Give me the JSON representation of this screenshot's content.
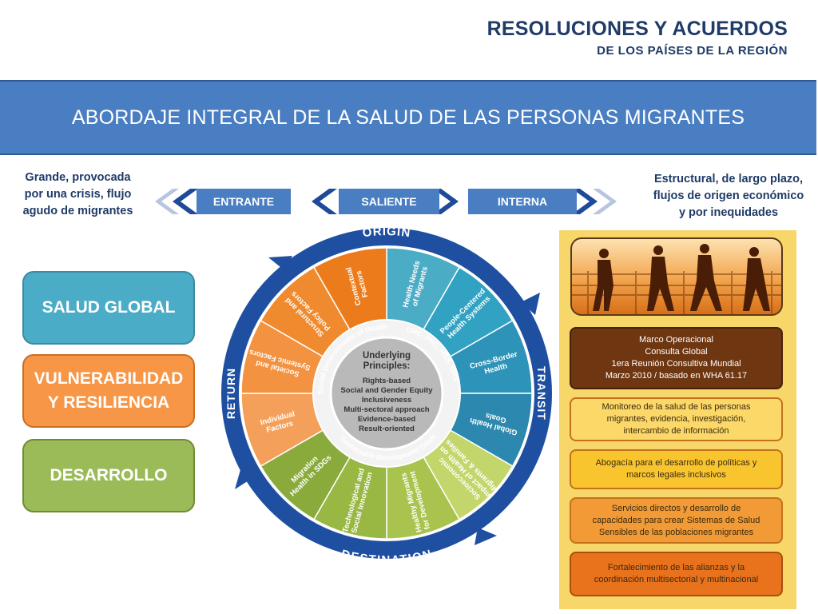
{
  "header": {
    "title": "RESOLUCIONES Y ACUERDOS",
    "subtitle": "DE LOS PAÍSES DE LA REGIÓN"
  },
  "banner": {
    "title": "ABORDAJE INTEGRAL DE LA SALUD DE LAS PERSONAS MIGRANTES"
  },
  "left_caption": [
    "Grande, provocada",
    "por una crisis, flujo",
    "agudo de migrantes"
  ],
  "right_caption": [
    "Estructural, de largo plazo,",
    "flujos de origen económico",
    "y por inequidades"
  ],
  "flow": [
    "ENTRANTE",
    "SALIENTE",
    "INTERNA"
  ],
  "pillars": [
    {
      "label": [
        "SALUD GLOBAL"
      ],
      "color": "#4aacc6"
    },
    {
      "label": [
        "VULNERABILIDAD",
        "Y RESILIENCIA"
      ],
      "color": "#f79646"
    },
    {
      "label": [
        "DESARROLLO"
      ],
      "color": "#9bbb59"
    }
  ],
  "wheel": {
    "outer_labels": {
      "top": "ORIGIN",
      "right": "TRANSIT",
      "bottom": "DESTINATION",
      "left": "RETURN"
    },
    "ring_labels": {
      "sdh": "Social Determinants of Health",
      "uhc": "UHC, PHC, HSS, GHS",
      "sdg": "Sustainable Development Goals"
    },
    "center": {
      "title": [
        "Underlying",
        "Principles:"
      ],
      "items": [
        "Rights-based",
        "Social and Gender Equity",
        "Inclusiveness",
        "Multi-sectoral approach",
        "Evidence-based",
        "Result-oriented"
      ]
    },
    "segments": [
      {
        "lines": [
          "Health Needs",
          "of Migrants"
        ],
        "color": "#4bacc6"
      },
      {
        "lines": [
          "People-Centered",
          "Health Systems"
        ],
        "color": "#31a2c2"
      },
      {
        "lines": [
          "Cross-Border",
          "Health"
        ],
        "color": "#2e93b8"
      },
      {
        "lines": [
          "Global Health",
          "Goals"
        ],
        "color": "#2c88ae"
      },
      {
        "lines": [
          "Socioeconomic",
          "Impact of Health on",
          "Migrants & Families"
        ],
        "color": "#c3d66b"
      },
      {
        "lines": [
          "Healthy Migrants",
          "for Development"
        ],
        "color": "#a8c44f"
      },
      {
        "lines": [
          "Technological and",
          "Social Innovation"
        ],
        "color": "#98b743"
      },
      {
        "lines": [
          "Migration",
          "Health in SDGs"
        ],
        "color": "#8aab3b"
      },
      {
        "lines": [
          "Individual",
          "Factors"
        ],
        "color": "#f5a05a"
      },
      {
        "lines": [
          "Societal and",
          "Systemic Factors"
        ],
        "color": "#f39240"
      },
      {
        "lines": [
          "Structural and",
          "Policy Factors"
        ],
        "color": "#f08a2e"
      },
      {
        "lines": [
          "Contextual",
          "Factors"
        ],
        "color": "#ec7b1b"
      }
    ]
  },
  "right_boxes": [
    {
      "lines": [
        "Marco Operacional",
        "Consulta Global",
        "1era Reunión Consultiva Mundial",
        "Marzo 2010 / basado en WHA 61.17"
      ],
      "bg": "#6e3611",
      "fg": "#ffffff"
    },
    {
      "lines": [
        "Monitoreo de la salud de las personas",
        "migrantes, evidencia, investigación,",
        "intercambio de información"
      ],
      "bg": "#fcd868",
      "fg": "#3a2a10"
    },
    {
      "lines": [
        "Abogacía para el desarrollo de políticas y",
        "marcos legales inclusivos"
      ],
      "bg": "#f8c52f",
      "fg": "#3a2a10"
    },
    {
      "lines": [
        "Servicios directos y desarrollo de",
        "capacidades para crear Sistemas de Salud",
        "Sensibles de las poblaciones migrantes"
      ],
      "bg": "#f29a35",
      "fg": "#3a2a10"
    },
    {
      "lines": [
        "Fortalecimiento de las alianzas y la",
        "coordinación multisectorial y multinacional"
      ],
      "bg": "#e9721d",
      "fg": "#3a2a10"
    }
  ]
}
